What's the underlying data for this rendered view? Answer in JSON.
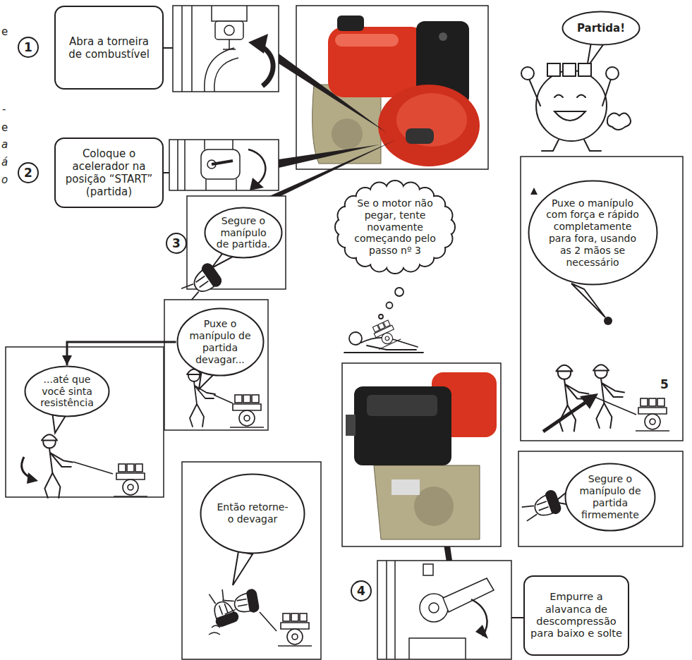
{
  "diagram": {
    "nodes": [
      {
        "text": [
          "Abra a torneira de combustível"
        ]
      },
      {
        "text": [
          "Coloque o acelerador na posição “START” (partida)"
        ]
      },
      {
        "text": [
          "Segure o manípulo de partida."
        ]
      },
      {
        "text": [
          "Se o motor não pegar, tente novamente começando pelo passo nº 3"
        ]
      },
      {
        "text": [
          "Partida!"
        ]
      },
      {
        "text": [
          "Puxe o manípulo com força e rápido completamente para fora, usando as 2 mãos se necessário"
        ]
      },
      {
        "text": [
          "Puxe o manípulo de partida devagar..."
        ]
      },
      {
        "text": [
          "...até que você sinta resistência"
        ]
      },
      {
        "text": [
          "Segure o manípulo de partida firmemente"
        ]
      },
      {
        "text": [
          "Então retorne-o devagar"
        ]
      },
      {
        "text": [
          "Empurre a alavanca de descompressão para baixo e solte"
        ]
      }
    ],
    "edges": [
      {
        "from": 6,
        "to": 7,
        "arrow": "to"
      }
    ],
    "labels": [
      "e",
      "-",
      "e",
      "a",
      "á",
      "o",
      "1",
      "2",
      "3",
      "5",
      "4"
    ]
  }
}
